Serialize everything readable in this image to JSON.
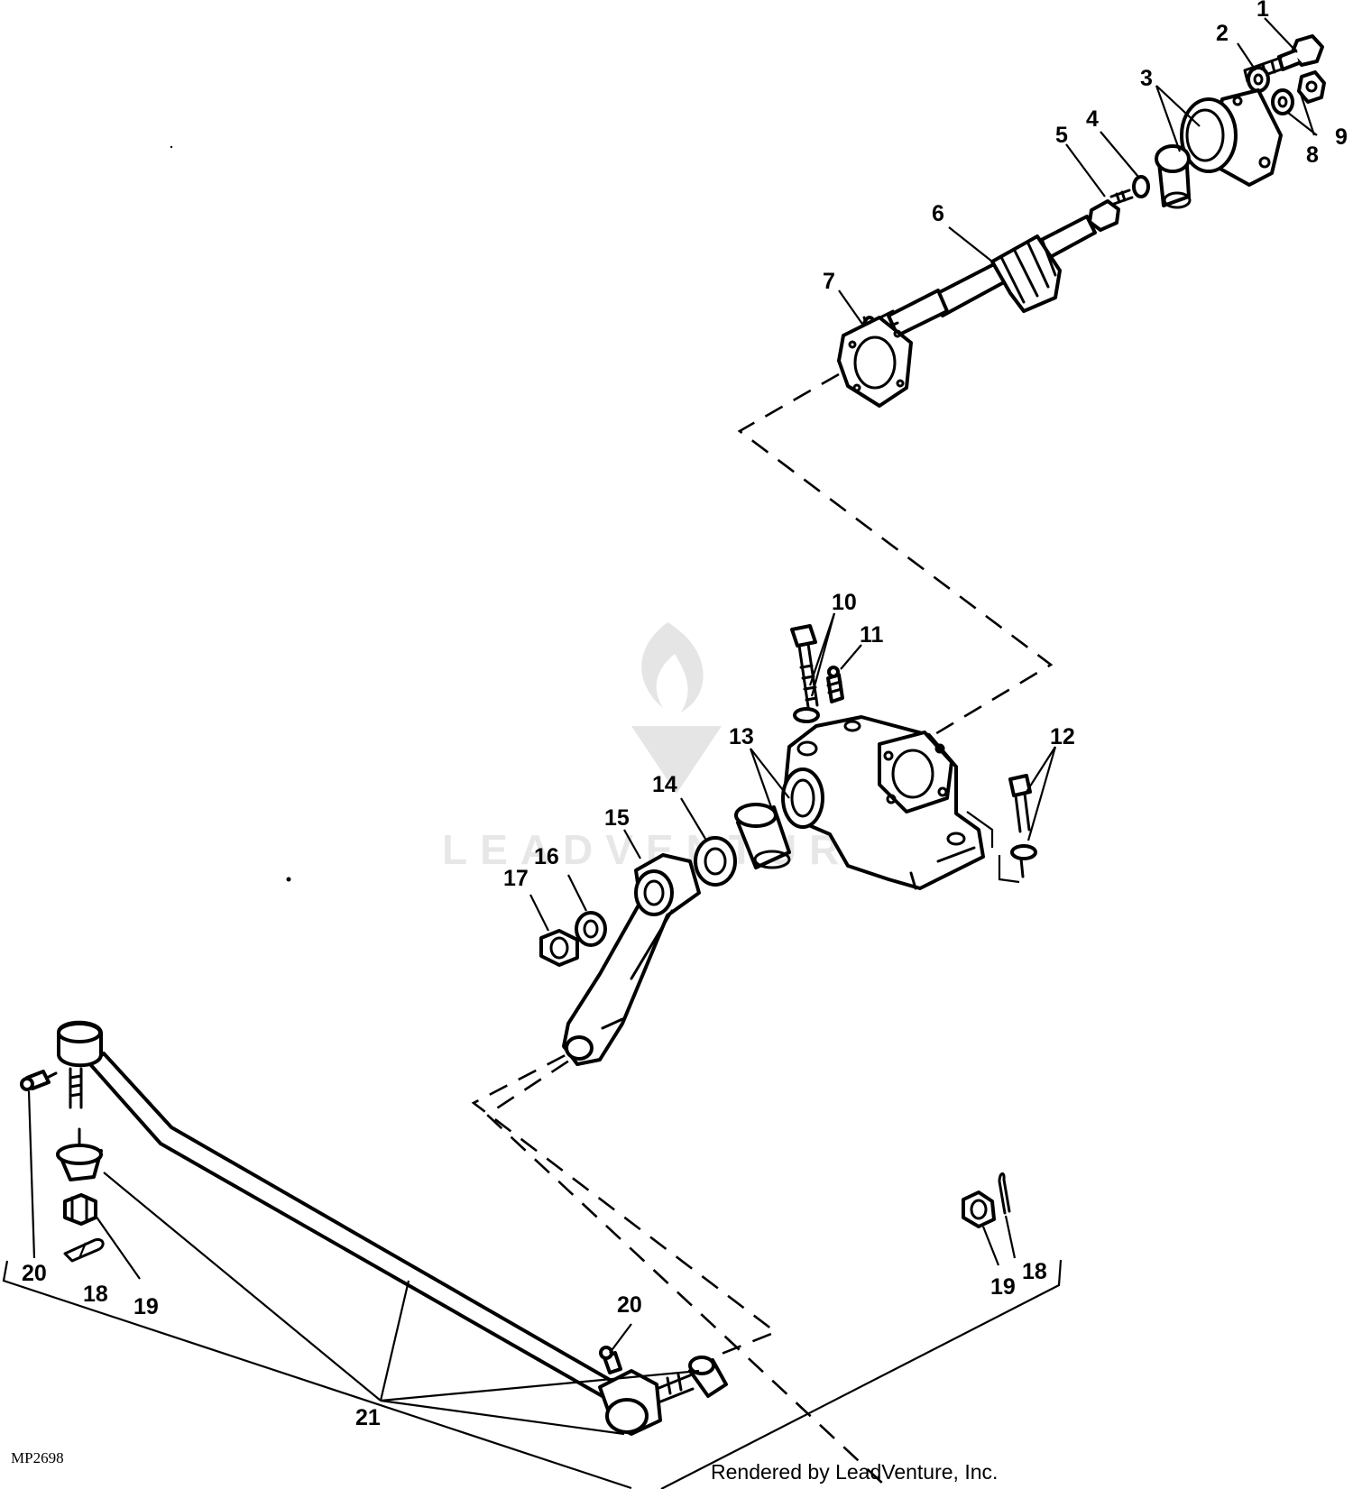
{
  "callouts": {
    "c1": "1",
    "c2": "2",
    "c3": "3",
    "c4": "4",
    "c5": "5",
    "c6": "6",
    "c7": "7",
    "c8": "8",
    "c9": "9",
    "c10": "10",
    "c11": "11",
    "c12": "12",
    "c13": "13",
    "c14": "14",
    "c15": "15",
    "c16": "16",
    "c17": "17",
    "c18a": "18",
    "c18b": "18",
    "c19a": "19",
    "c19b": "19",
    "c20a": "20",
    "c20b": "20",
    "c21": "21"
  },
  "drawing_code": "MP2698",
  "credit": "Rendered by LeadVenture, Inc.",
  "watermark": "LEADVENTURE",
  "colors": {
    "ink": "#000000",
    "paper": "#ffffff",
    "watermark": "#d0d0d0"
  }
}
